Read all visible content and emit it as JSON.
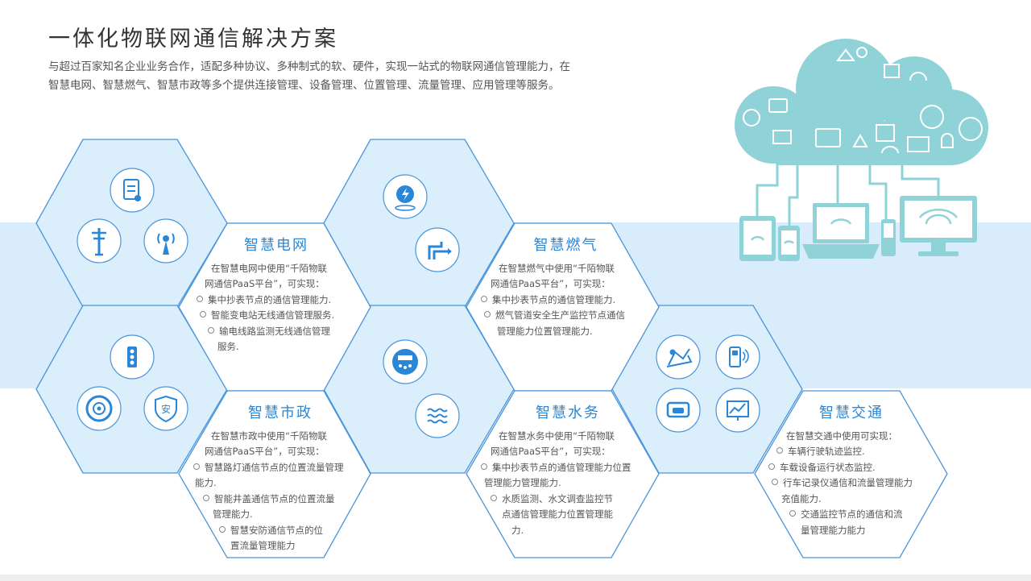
{
  "title": "一体化物联网通信解决方案",
  "intro": "与超过百家知名企业业务合作，适配多种协议、多种制式的软、硬件，实现一站式的物联网通信管理能力，在智慧电网、智慧燃气、智慧市政等多个提供连接管理、设备管理、位置管理、流量管理、应用管理等服务。",
  "colors": {
    "accent": "#2a86d6",
    "hex_border": "#3b8fd9",
    "band": "#d9ecfb",
    "cloud": "#8fd3d9"
  },
  "sections": {
    "grid": {
      "title": "智慧电网",
      "lines": [
        "在智慧电网中使用“千陌物联",
        "网通信PaaS平台”，可实现：",
        "集中抄表节点的通信管理能力.",
        "智能变电站无线通信管理服务.",
        "输电线路监测无线通信管理",
        "服务."
      ]
    },
    "gas": {
      "title": "智慧燃气",
      "lines": [
        "在智慧燃气中使用“千陌物联",
        "网通信PaaS平台”，可实现：",
        "集中抄表节点的通信管理能力.",
        "燃气管道安全生产监控节点通信",
        "管理能力位置管理能力."
      ]
    },
    "city": {
      "title": "智慧市政",
      "lines": [
        "在智慧市政中使用“千陌物联",
        "网通信PaaS平台”，可实现：",
        "智慧路灯通信节点的位置流量管理",
        "能力.",
        "智能井盖通信节点的位置流量",
        "管理能力.",
        "智慧安防通信节点的位",
        "置流量管理能力"
      ]
    },
    "water": {
      "title": "智慧水务",
      "lines": [
        "在智慧水务中使用“千陌物联",
        "网通信PaaS平台”，可实现：",
        "集中抄表节点的通信管理能力位置",
        "管理能力管理能力.",
        "水质监测、水文调查监控节",
        "点通信管理能力位置管理能",
        "力."
      ]
    },
    "traffic": {
      "title": "智慧交通",
      "lines": [
        "在智慧交通中使用可实现：",
        "车辆行驶轨迹监控.",
        "车载设备运行状态监控.",
        "行车记录仪通信和流量管理能力",
        "充值能力.",
        "交通监控节点的通信和流",
        "量管理能力能力"
      ]
    }
  },
  "icons": [
    "clipboard-icon",
    "power-tower-icon",
    "signal-tower-icon",
    "lightning-pin-icon",
    "gas-pipe-icon",
    "traffic-light-icon",
    "target-dial-icon",
    "security-shield-icon",
    "water-meter-icon",
    "water-waves-icon",
    "map-route-icon",
    "phone-wifi-icon",
    "vehicle-monitor-icon",
    "chart-screen-icon"
  ]
}
